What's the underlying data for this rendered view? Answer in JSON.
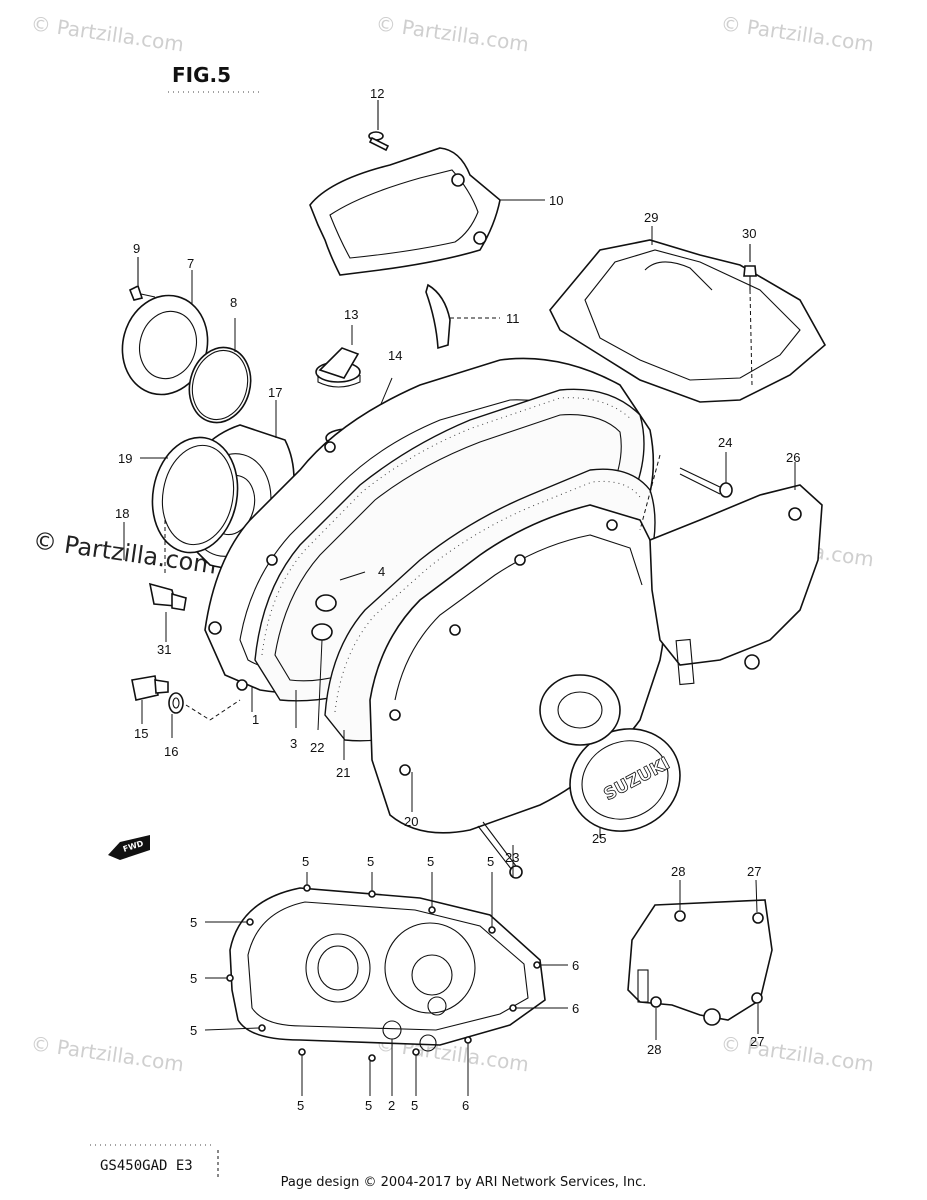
{
  "figure_title": "FIG.5",
  "model_code": "GS450GAD E3",
  "footer": "Page design © 2004-2017 by ARI Network Services, Inc.",
  "watermark": "© Partzilla.com",
  "watermark_main": "© Partzilla.com",
  "brand_cover_text": "SUZUKI",
  "fwd_label": "FWD",
  "labels": {
    "l1": "1",
    "l2": "2",
    "l3": "3",
    "l4": "4",
    "l5": "5",
    "l6": "6",
    "l7": "7",
    "l8": "8",
    "l9": "9",
    "l10": "10",
    "l11": "11",
    "l12": "12",
    "l13": "13",
    "l14": "14",
    "l15": "15",
    "l16": "16",
    "l17": "17",
    "l18": "18",
    "l19": "19",
    "l20": "20",
    "l21": "21",
    "l22": "22",
    "l23": "23",
    "l24": "24",
    "l25": "25",
    "l26": "26",
    "l27": "27",
    "l28": "28",
    "l29": "29",
    "l30": "30",
    "l31": "31"
  }
}
